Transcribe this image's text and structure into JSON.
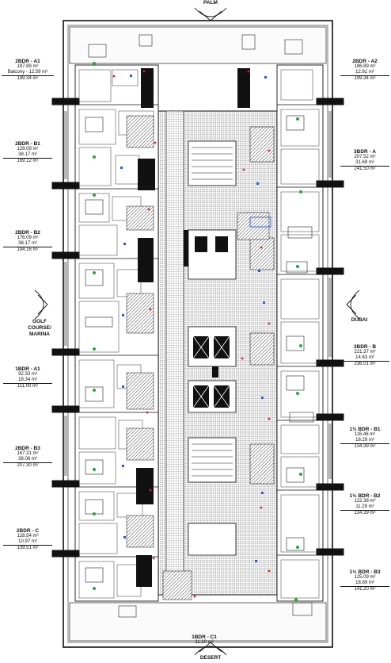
{
  "orientation": {
    "north": "PALM",
    "south": "DESERT",
    "west": [
      "GOLF",
      "COURSE/",
      "MARINA"
    ],
    "east": "DUBAI"
  },
  "units": [
    {
      "id": "2bdr-a1",
      "title": "2BDR - A1",
      "areas": [
        "187.89 m²",
        "Balcony - 12.59 m²",
        "199.34 m²"
      ]
    },
    {
      "id": "2bdr-b1",
      "title": "2BDR - B1",
      "areas": [
        "129.09 m²",
        "38.17 m²",
        "169.12 m²"
      ]
    },
    {
      "id": "2bdr-b2",
      "title": "2BDR - B2",
      "areas": [
        "176.09 m²",
        "38.17 m²",
        "194.16 m²"
      ]
    },
    {
      "id": "1bdr-a1",
      "title": "1BDR - A1",
      "areas": [
        "92.33 m²",
        "18.34 m²",
        "111.00 m²"
      ]
    },
    {
      "id": "2bdr-b3",
      "title": "2BDR - B3",
      "areas": [
        "167.31 m²",
        "38.06 m²",
        "207.30 m²"
      ]
    },
    {
      "id": "2bdr-c",
      "title": "2BDR - C",
      "areas": [
        "128.54 m²",
        "10.97 m²",
        "139.51 m²"
      ]
    },
    {
      "id": "2bdr-a2",
      "title": "2BDR - A2",
      "areas": [
        "186.89 m²",
        "12.61 m²",
        "199.34 m²"
      ]
    },
    {
      "id": "3bdr-a",
      "title": "3BDR - A",
      "areas": [
        "207.52 m²",
        "31.69 m²",
        "241.50 m²"
      ]
    },
    {
      "id": "3bdr-b",
      "title": "3BDR - B",
      "areas": [
        "221.37 m²",
        "14.63 m²",
        "236.01 m²"
      ]
    },
    {
      "id": "1half-bdr-b1",
      "title": "1½ BDR - B1",
      "areas": [
        "116.46 m²",
        "18.29 m²",
        "134.39 m²"
      ]
    },
    {
      "id": "1half-bdr-b2",
      "title": "1½ BDR - B2",
      "areas": [
        "122.38 m²",
        "11.29 m²",
        "134.39 m²"
      ]
    },
    {
      "id": "1half-bdr-b3",
      "title": "1½ BDR - B3",
      "areas": [
        "125.09 m²",
        "18.89 m²",
        "141.20 m²"
      ]
    },
    {
      "id": "1bdr-c1",
      "title": "1BDR - C1",
      "areas": [
        "11.10 m²"
      ]
    }
  ],
  "colors": {
    "ink": "#111111",
    "hatch": "#6e6e6e",
    "red": "#e02020",
    "blue": "#2a5ad8",
    "green": "#1ea83a",
    "pale": "#f4f4f4"
  }
}
